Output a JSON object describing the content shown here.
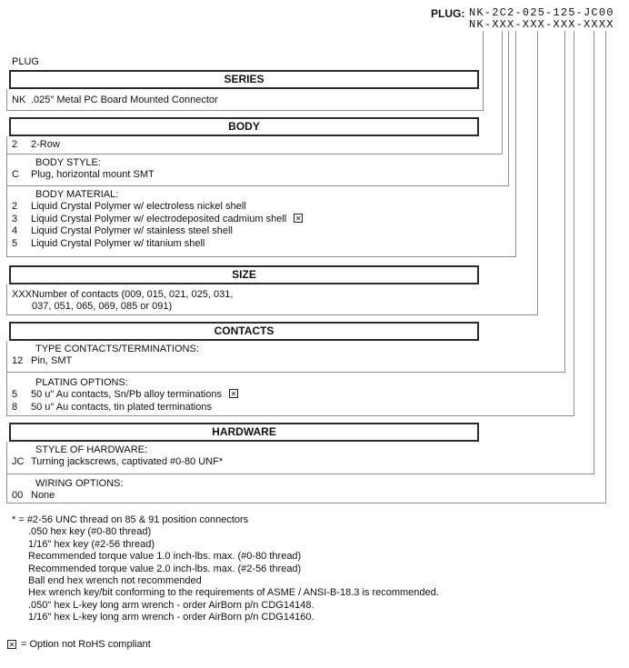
{
  "colors": {
    "header_border": "#2b2b2b",
    "leader_line": "#8f8f8f",
    "text": "#111111"
  },
  "icons": {
    "not_rohs_x": "✕"
  },
  "header": {
    "plug_label": "PLUG:",
    "part_number": "NK-2C2-025-125-JC00",
    "part_number_mask": "NK-XXX-XXX-XXX-XXXX"
  },
  "diagram": {
    "plug_caption": "PLUG"
  },
  "sections": {
    "series": {
      "title": "SERIES",
      "option": {
        "code": "NK",
        "desc": ".025\" Metal PC Board Mounted Connector"
      }
    },
    "body": {
      "title": "BODY",
      "rows": {
        "row_count": {
          "option": {
            "code": "2",
            "desc": "2-Row"
          }
        },
        "style": {
          "title": "BODY STYLE:",
          "option": {
            "code": "C",
            "desc": "Plug, horizontal mount SMT"
          }
        },
        "material": {
          "title": "BODY MATERIAL:",
          "options": [
            {
              "code": "2",
              "desc": "Liquid Crystal Polymer w/ electroless nickel shell"
            },
            {
              "code": "3",
              "desc": "Liquid Crystal Polymer w/ electrodeposited  cadmium shell"
            },
            {
              "code": "4",
              "desc": "Liquid Crystal Polymer w/ stainless steel shell"
            },
            {
              "code": "5",
              "desc": "Liquid Crystal Polymer w/ titanium shell"
            }
          ]
        }
      }
    },
    "size": {
      "title": "SIZE",
      "option": {
        "code": "XXX",
        "desc_line1": "Number of contacts (009, 015, 021, 025, 031,",
        "desc_line2": "037, 051, 065, 069, 085 or 091)"
      }
    },
    "contacts": {
      "title": "CONTACTS",
      "rows": {
        "type": {
          "title": "TYPE CONTACTS/TERMINATIONS:",
          "option": {
            "code": "12",
            "desc": "Pin, SMT"
          }
        },
        "plating": {
          "title": "PLATING OPTIONS:",
          "options": [
            {
              "code": "5",
              "desc": "50 u\" Au contacts, Sn/Pb alloy terminations"
            },
            {
              "code": "8",
              "desc": "50 u\" Au contacts, tin plated terminations"
            }
          ]
        }
      }
    },
    "hardware": {
      "title": "HARDWARE",
      "rows": {
        "style": {
          "title": "STYLE OF HARDWARE:",
          "option": {
            "code": "JC",
            "desc": "Turning jackscrews, captivated #0-80 UNF*"
          }
        },
        "wiring": {
          "title": "WIRING OPTIONS:",
          "option": {
            "code": "00",
            "desc": "None"
          }
        }
      }
    }
  },
  "footnotes": [
    "* = #2-56 UNC thread on 85 & 91 position connectors",
    ".050 hex key (#0-80 thread)",
    "1/16\" hex key (#2-56 thread)",
    "Recommended torque value 1.0 inch-lbs. max. (#0-80 thread)",
    "Recommended torque value 2.0 inch-lbs. max. (#2-56 thread)",
    "Ball end hex wrench not recommended",
    "Hex wrench key/bit conforming to the requirements of ASME / ANSI-B-18.3 is recommended.",
    ".050\" hex L-key long arm wrench - order AirBorn p/n CDG14148.",
    "1/16\" hex L-key long arm wrench - order AirBorn p/n CDG14160."
  ],
  "rohs_note": {
    "text": "= Option not RoHS compliant"
  }
}
